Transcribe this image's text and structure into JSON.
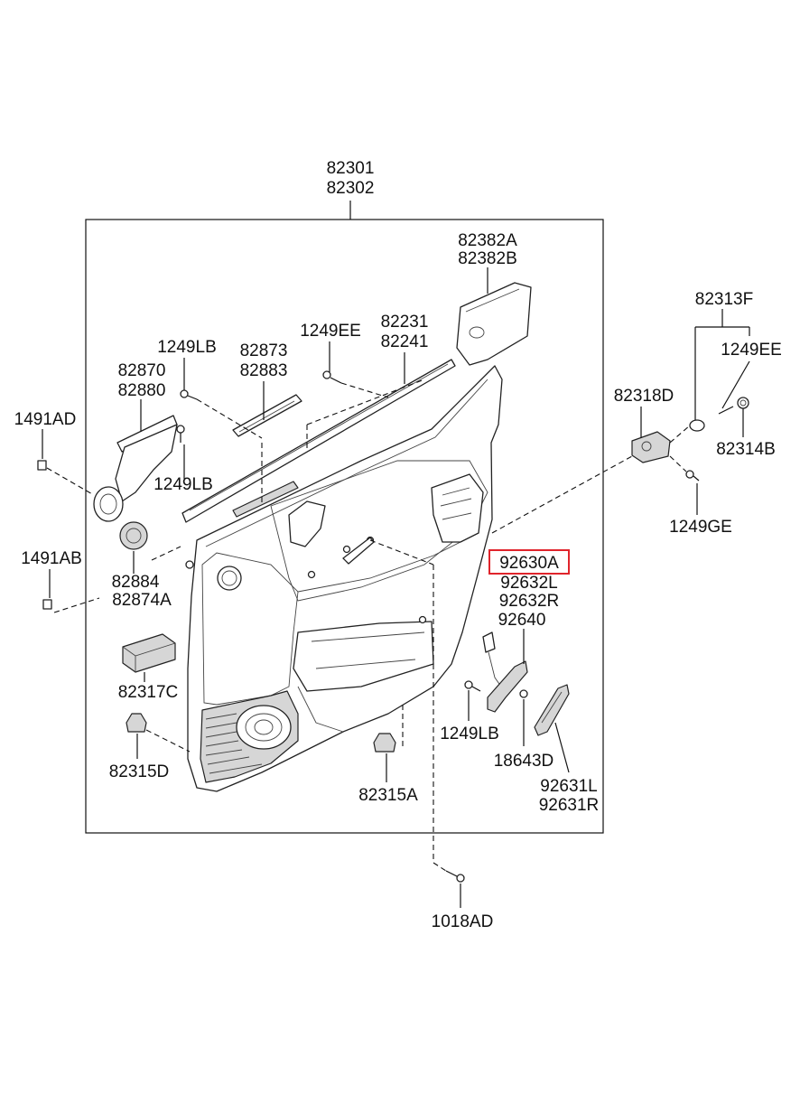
{
  "colors": {
    "highlight": "#e0242b",
    "ink": "#111111"
  },
  "labels": {
    "assembly_1": "82301",
    "assembly_2": "82302",
    "pocket_1": "82382A",
    "pocket_2": "82382B",
    "trim_1": "82231",
    "trim_2": "82241",
    "screw_ee": "1249EE",
    "garnish_1": "82873",
    "garnish_2": "82883",
    "screw_lb_top": "1249LB",
    "molding_1": "82870",
    "molding_2": "82880",
    "clip_ad": "1491AD",
    "screw_lb_mid": "1249LB",
    "clip_ab": "1491AB",
    "grille_1": "82884",
    "grille_2": "82874A",
    "pad": "82317C",
    "fastener_d": "82315D",
    "fastener_a": "82315A",
    "bolt": "1018AD",
    "lamp_highlighted": "92630A",
    "lamp_2": "92632L",
    "lamp_3": "92632R",
    "lamp_4": "92640",
    "screw_lb_low": "1249LB",
    "bulb": "18643D",
    "lens_1": "92631L",
    "lens_2": "92631R",
    "bracket_f": "82313F",
    "screw_ee_right": "1249EE",
    "handle": "82318D",
    "cap": "82314B",
    "screw_ge": "1249GE"
  }
}
